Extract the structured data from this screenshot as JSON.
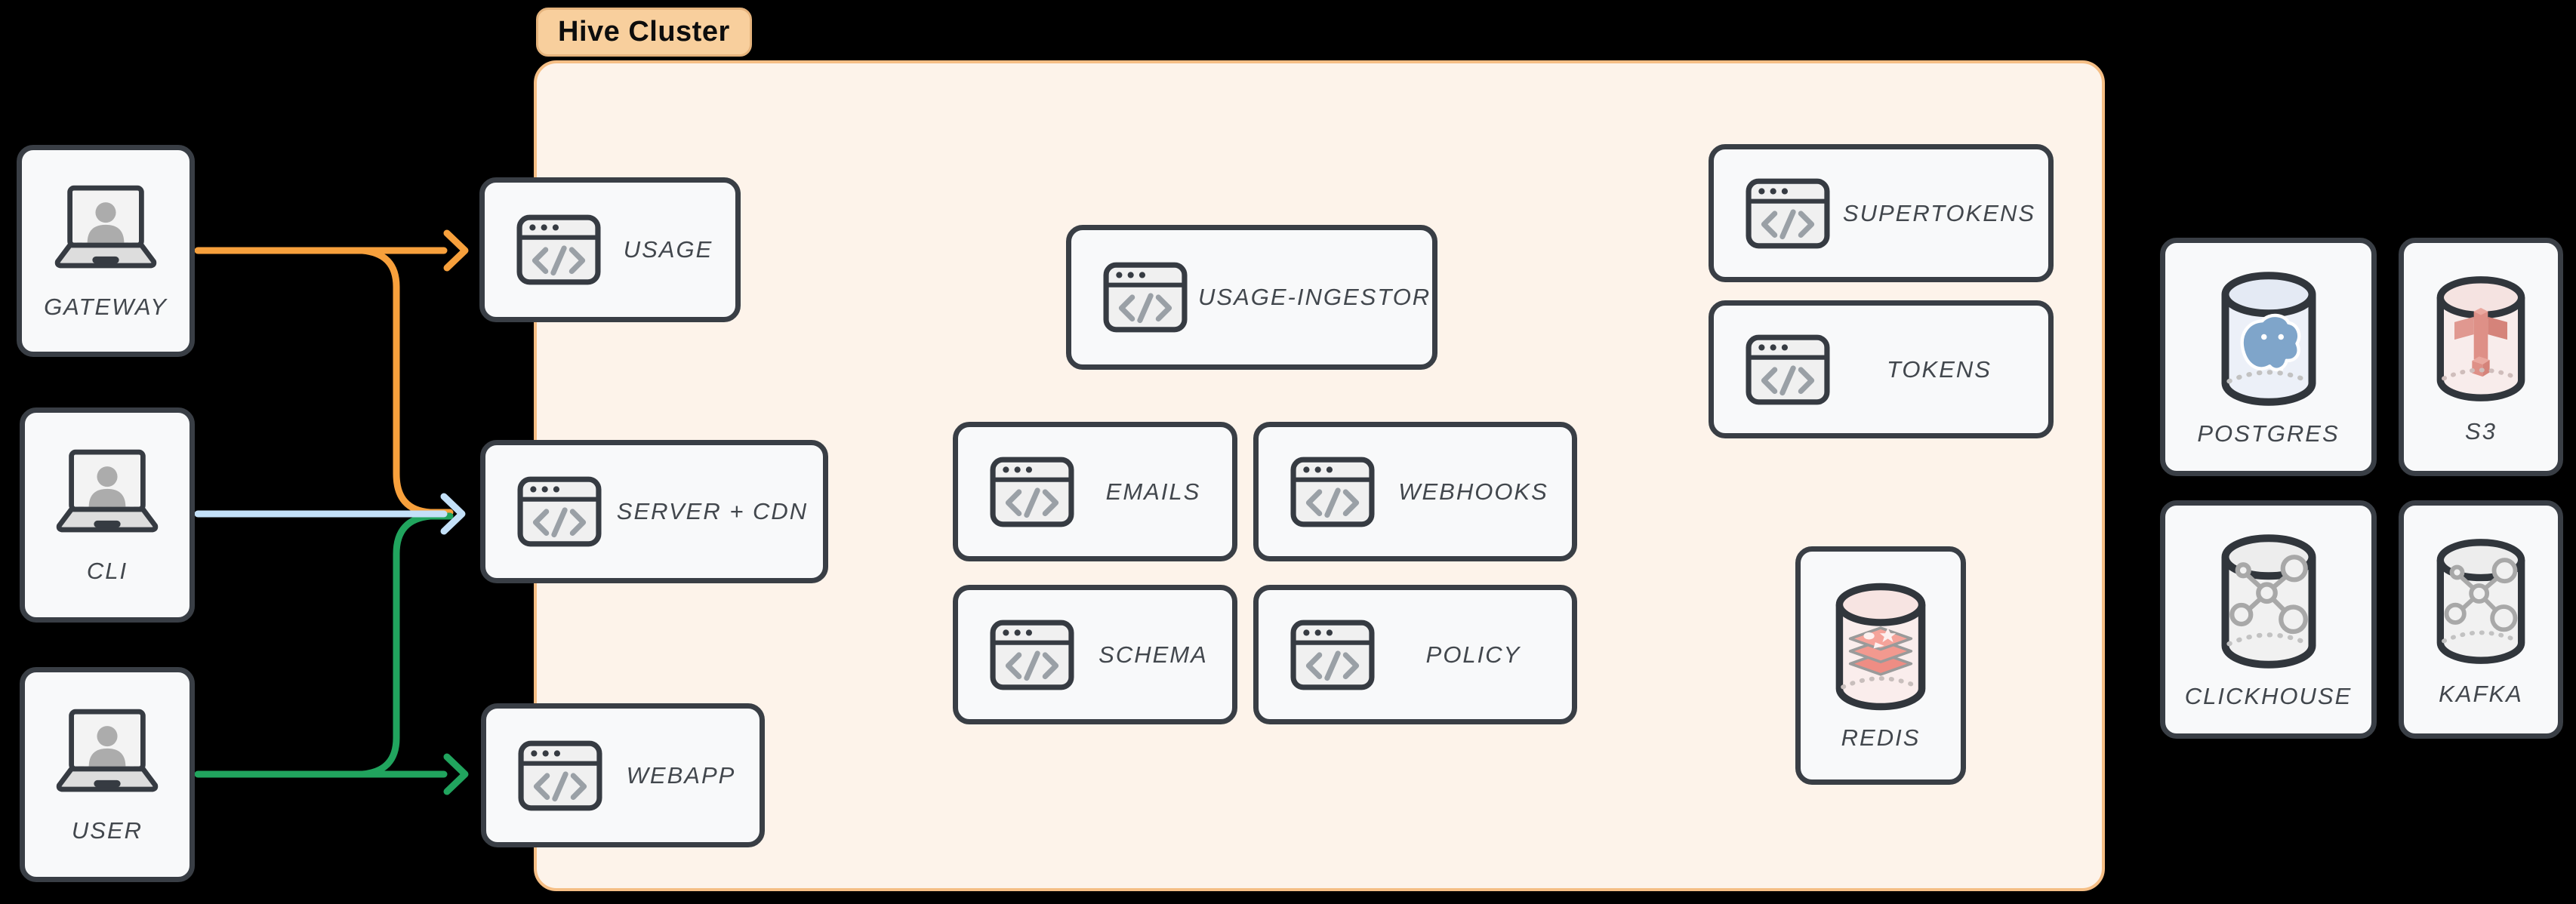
{
  "cluster": {
    "label": "Hive Cluster"
  },
  "actors": {
    "gateway": {
      "label": "GATEWAY",
      "icon": "laptop-user-icon"
    },
    "cli": {
      "label": "CLI",
      "icon": "laptop-user-icon"
    },
    "user": {
      "label": "USER",
      "icon": "laptop-user-icon"
    }
  },
  "cluster_services": {
    "usage": {
      "label": "USAGE",
      "icon": "code-window-icon"
    },
    "server_cdn": {
      "label": "SERVER + CDN",
      "icon": "code-window-icon"
    },
    "webapp": {
      "label": "WEBAPP",
      "icon": "code-window-icon"
    },
    "usage_ingestor": {
      "label": "USAGE-INGESTOR",
      "icon": "code-window-icon"
    },
    "emails": {
      "label": "EMAILS",
      "icon": "code-window-icon"
    },
    "webhooks": {
      "label": "WEBHOOKS",
      "icon": "code-window-icon"
    },
    "schema": {
      "label": "SCHEMA",
      "icon": "code-window-icon"
    },
    "policy": {
      "label": "POLICY",
      "icon": "code-window-icon"
    },
    "supertokens": {
      "label": "SUPERTOKENS",
      "icon": "code-window-icon"
    },
    "tokens": {
      "label": "TOKENS",
      "icon": "code-window-icon"
    },
    "redis": {
      "label": "REDIS",
      "icon": "redis-database-icon"
    }
  },
  "external_services": {
    "postgres": {
      "label": "POSTGRES",
      "icon": "postgres-database-icon"
    },
    "s3": {
      "label": "S3",
      "icon": "s3-database-icon"
    },
    "clickhouse": {
      "label": "CLICKHOUSE",
      "icon": "network-database-icon"
    },
    "kafka": {
      "label": "KAFKA",
      "icon": "network-database-icon"
    }
  },
  "flows": {
    "gateway_to": [
      "USAGE",
      "SERVER + CDN"
    ],
    "cli_to": [
      "SERVER + CDN"
    ],
    "user_to": [
      "WEBAPP",
      "SERVER + CDN"
    ],
    "colors": {
      "gateway": "#F7A03C",
      "cli": "#C3E0F8",
      "user": "#21A45E"
    }
  },
  "palette": {
    "cluster_fill": "#FDF3EA",
    "cluster_border": "#F5BE85",
    "badge_fill": "#F8CF9D",
    "node_fill": "#F8F9FA",
    "node_border": "#393E45",
    "label_color": "#42474D",
    "background": "#000000"
  }
}
